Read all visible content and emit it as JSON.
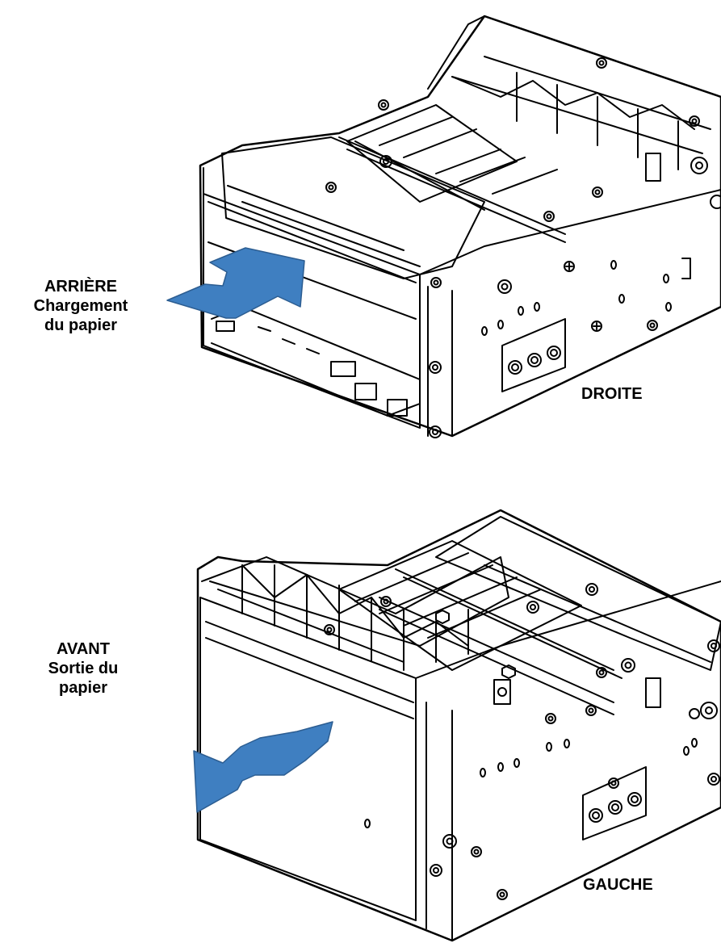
{
  "figure_top": {
    "label_rear": {
      "line1": "ARRIÈRE",
      "line2": "Chargement",
      "line3": "du papier"
    },
    "label_right": "DROITE"
  },
  "figure_bottom": {
    "label_front": {
      "line1": "AVANT",
      "line2": "Sortie du",
      "line3": "papier"
    },
    "label_left": "GAUCHE"
  },
  "colors": {
    "arrow_fill": "#3f7fc1",
    "arrow_stroke": "#2c5d91",
    "line": "#000000"
  }
}
